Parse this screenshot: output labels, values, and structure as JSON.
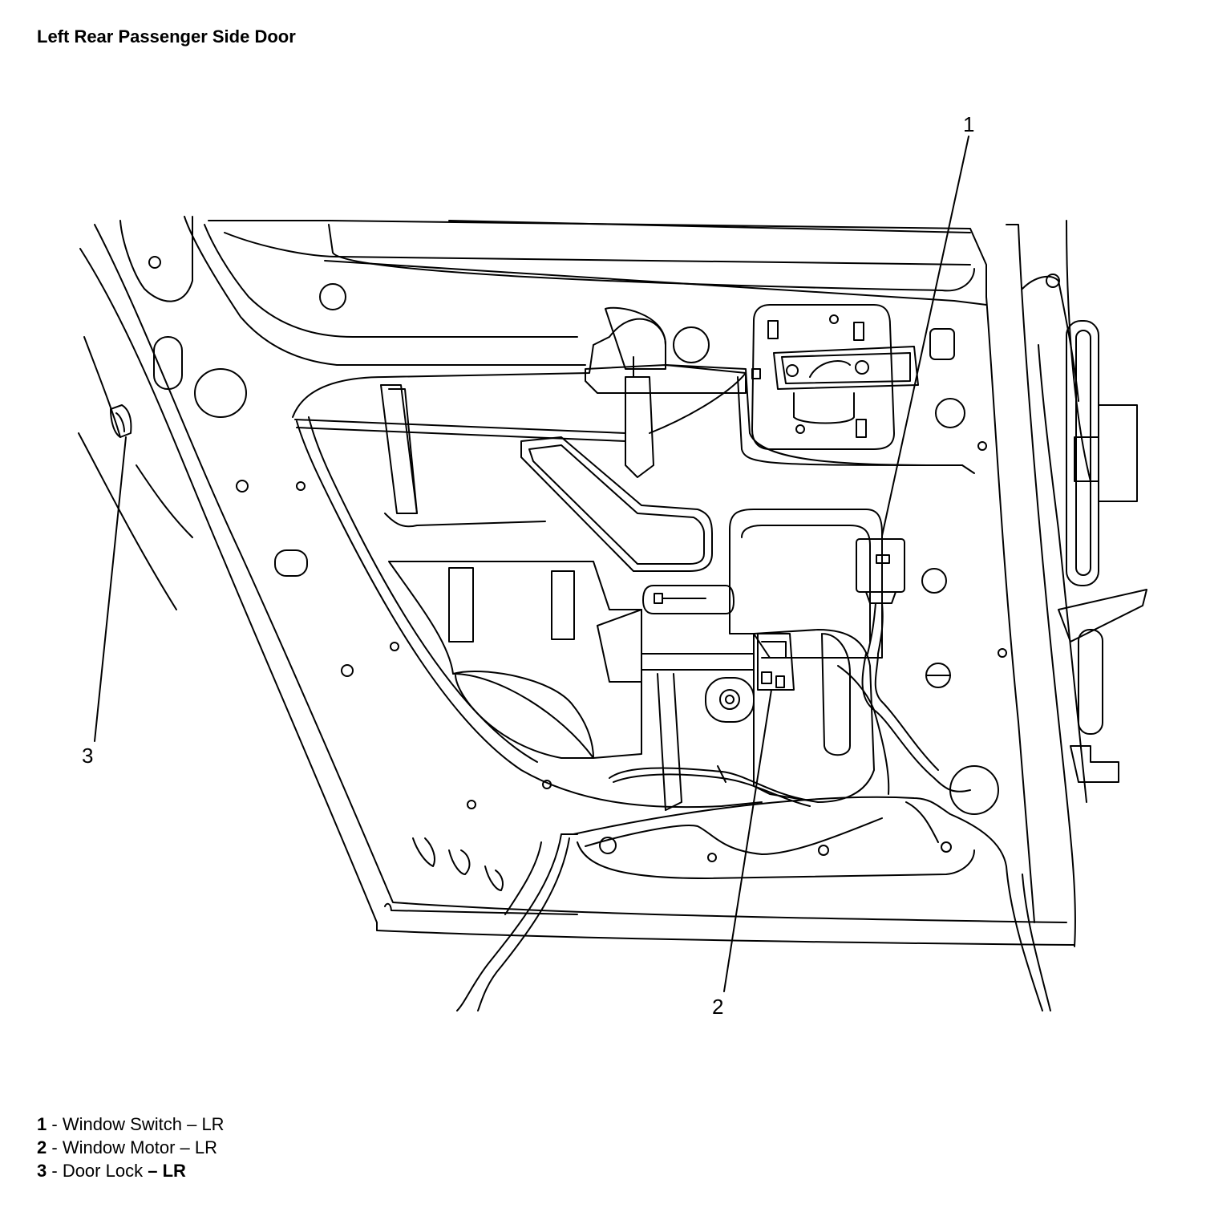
{
  "title": "Left Rear Passenger Side Door",
  "callouts": [
    {
      "num": "1",
      "label": "Window Switch",
      "suffix": "LR",
      "suffix_bold": false
    },
    {
      "num": "2",
      "label": "Window Motor",
      "suffix": "LR",
      "suffix_bold": false
    },
    {
      "num": "3",
      "label": "Door Lock",
      "suffix": "LR",
      "suffix_bold": true
    }
  ],
  "separator": " - ",
  "dash": " – "
}
